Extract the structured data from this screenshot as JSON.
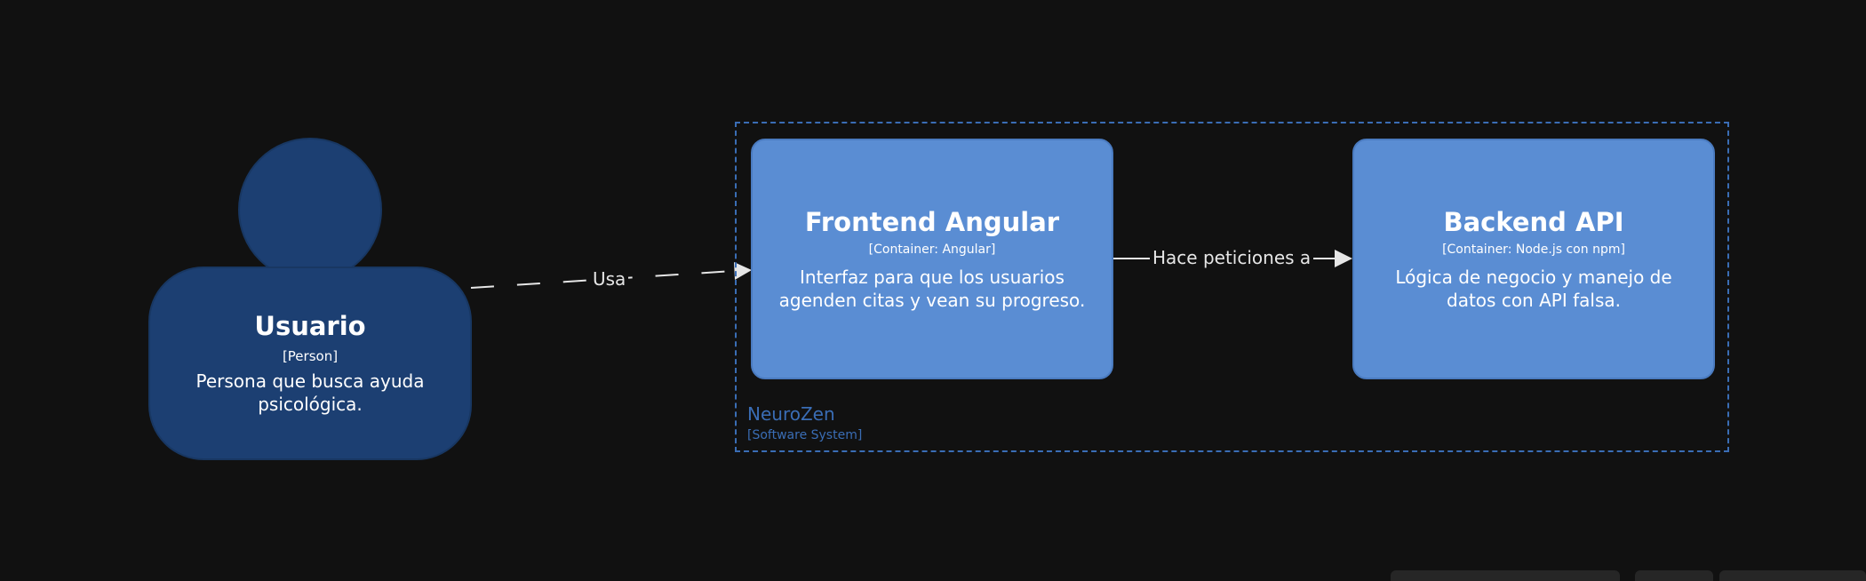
{
  "person": {
    "name": "Usuario",
    "type": "[Person]",
    "description": "Persona que busca ayuda psicológica."
  },
  "system_boundary": {
    "name": "NeuroZen",
    "type": "[Software System]"
  },
  "containers": [
    {
      "name": "Frontend Angular",
      "type": "[Container: Angular]",
      "description": "Interfaz para que los usuarios agenden citas y vean su progreso."
    },
    {
      "name": "Backend API",
      "type": "[Container: Node.js con npm]",
      "description": "Lógica de negocio y manejo de datos con API falsa."
    }
  ],
  "relationships": [
    {
      "label": "Usa"
    },
    {
      "label": "Hace peticiones a"
    }
  ],
  "colors": {
    "background": "#111111",
    "person": "#1c3f72",
    "container": "#5a8dd3",
    "boundary": "#3a6db5",
    "line": "#e6e6e6"
  }
}
